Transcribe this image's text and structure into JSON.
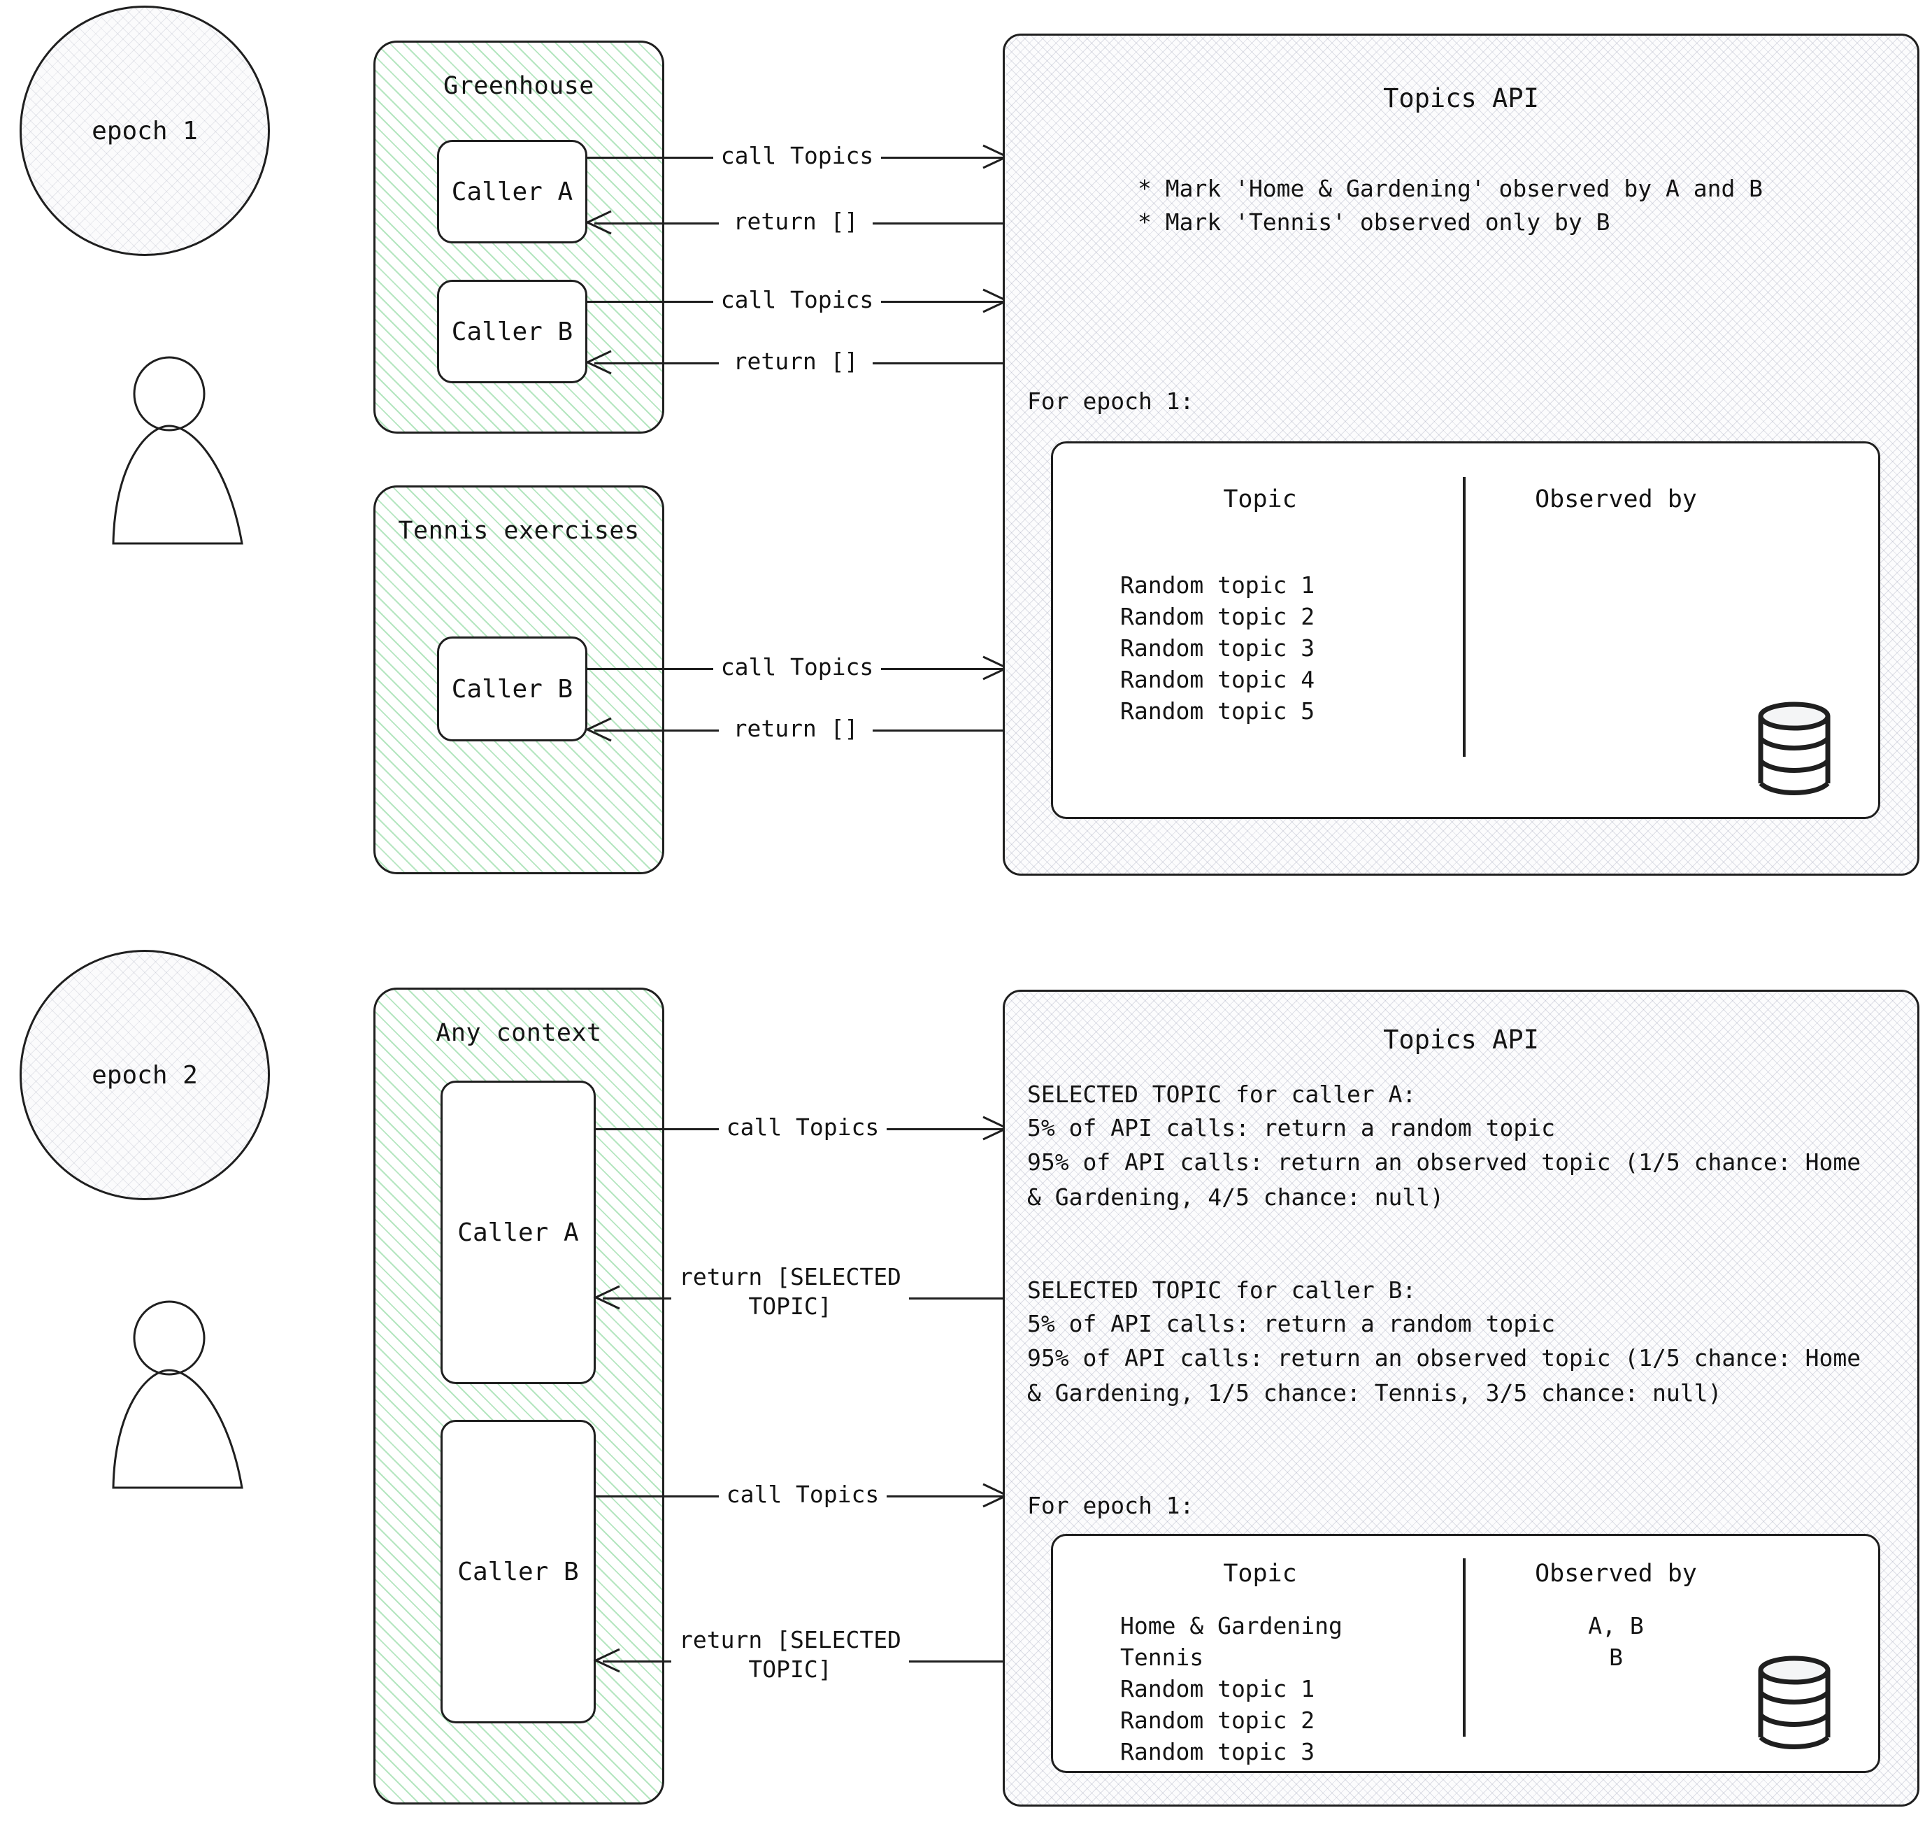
{
  "epoch1": {
    "circle_label": "epoch 1",
    "contexts": [
      {
        "title": "Greenhouse",
        "callers": [
          {
            "label": "Caller A",
            "call": "call Topics",
            "ret": "return []"
          },
          {
            "label": "Caller B",
            "call": "call Topics",
            "ret": "return []"
          }
        ]
      },
      {
        "title": "Tennis exercises",
        "callers": [
          {
            "label": "Caller B",
            "call": "call Topics",
            "ret": "return []"
          }
        ]
      }
    ],
    "api": {
      "title": "Topics API",
      "bullets": [
        "* Mark 'Home & Gardening' observed by A and B",
        "* Mark 'Tennis' observed only by B"
      ],
      "table_caption": "For epoch 1:",
      "table": {
        "columns": [
          "Topic",
          "Observed by"
        ],
        "rows": [
          {
            "topic": "Random topic 1",
            "observed_by": ""
          },
          {
            "topic": "Random topic 2",
            "observed_by": ""
          },
          {
            "topic": "Random topic 3",
            "observed_by": ""
          },
          {
            "topic": "Random topic 4",
            "observed_by": ""
          },
          {
            "topic": "Random topic 5",
            "observed_by": ""
          }
        ]
      }
    }
  },
  "epoch2": {
    "circle_label": "epoch 2",
    "contexts": [
      {
        "title": "Any context",
        "callers": [
          {
            "label": "Caller A",
            "call": "call Topics",
            "ret": "return [SELECTED\nTOPIC]"
          },
          {
            "label": "Caller B",
            "call": "call Topics",
            "ret": "return [SELECTED\nTOPIC]"
          }
        ]
      }
    ],
    "api": {
      "title": "Topics API",
      "blocks": [
        {
          "heading": "SELECTED TOPIC for caller A:",
          "line1": "5% of API calls: return a random topic",
          "line2": "95% of API calls: return an observed topic (1/5 chance: Home & Gardening, 4/5 chance: null)"
        },
        {
          "heading": "SELECTED TOPIC for caller B:",
          "line1": "5% of API calls: return a random topic",
          "line2": "95% of API calls: return an observed topic (1/5 chance: Home & Gardening, 1/5 chance: Tennis,  3/5 chance: null)"
        }
      ],
      "table_caption": "For epoch 1:",
      "table": {
        "columns": [
          "Topic",
          "Observed by"
        ],
        "rows": [
          {
            "topic": "Home & Gardening",
            "observed_by": "A, B"
          },
          {
            "topic": "Tennis",
            "observed_by": "B"
          },
          {
            "topic": "Random topic 1",
            "observed_by": ""
          },
          {
            "topic": "Random topic 2",
            "observed_by": ""
          },
          {
            "topic": "Random topic 3",
            "observed_by": ""
          }
        ]
      }
    }
  },
  "icons": {
    "database": "database-cylinder-icon",
    "actor": "user-actor-icon"
  },
  "colors": {
    "context_hatch": "#78d28c",
    "stroke": "#1f1f1f",
    "api_fill": "#fbfbfc",
    "caller_fill": "#ffffff"
  }
}
